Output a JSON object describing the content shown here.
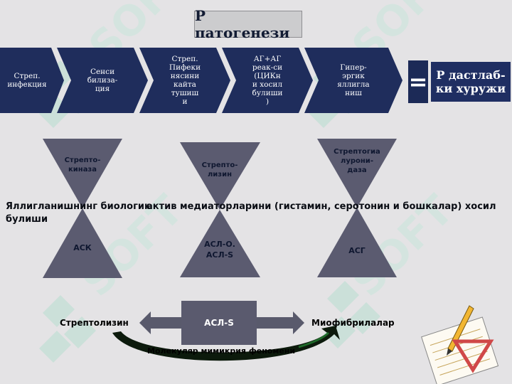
{
  "title": "Р патогенези",
  "chain": [
    {
      "label": "Стреп.\nинфекция"
    },
    {
      "label": "Сенси\nбилиза-\nция"
    },
    {
      "label": "Стреп.\nПифеки\nнясини\nкайта\nтушиш\nи"
    },
    {
      "label": "АГ+АГ\nреак-си\n(ЦИКн\nи хосил\nбулиши\n)"
    },
    {
      "label": "Гипер-\nэргик\nяллигла\nниш"
    }
  ],
  "equals_sign": "=",
  "result": "Р дастлаб-\nки хуружи",
  "hourglasses": [
    {
      "top": "Стрепто-\nкиназа",
      "bottom": "АСК"
    },
    {
      "top": "Стрепто-\nлизин",
      "bottom": "АСЛ-О.\nАСЛ-S"
    },
    {
      "top": "Стрептогиа\nлурони-\nдаза",
      "bottom": "АСГ"
    }
  ],
  "mediator_text": {
    "part1": "Яллигланишнинг биологик",
    "part1_cont": "булиши",
    "part2": "актив медиаторларини (гистамин, серотонин и бошкалар) хосил"
  },
  "bottom": {
    "left_label": "Стрептолизин",
    "center_box": "АСЛ-S",
    "right_label": "Миофибрилалар",
    "arc_label": "Молекуляр мимикрия феномени"
  },
  "watermark": "SOFT",
  "colors": {
    "chevron": "#1f2d5c",
    "hourglass": "#5b5b70",
    "arrow": "#595a6c",
    "arc_fill": "#0c1a0c",
    "arc_accent": "#1f6a2a",
    "watermark": "#9fdcc5"
  }
}
